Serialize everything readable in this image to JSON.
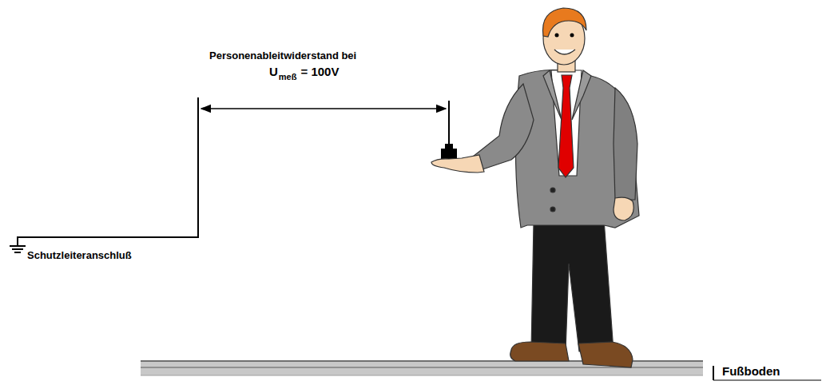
{
  "diagram": {
    "labels": [
      "Personenableitwiderstand bei",
      "U",
      "meß",
      "= 100V",
      "Schutzleiteranschluß",
      "Fußboden"
    ]
  }
}
